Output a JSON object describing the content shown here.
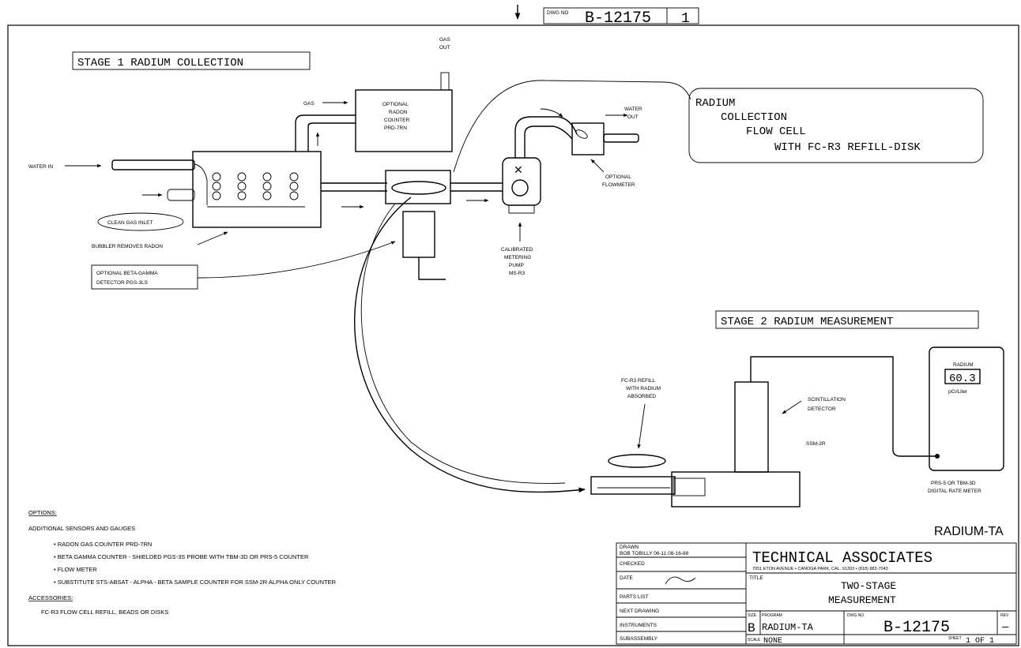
{
  "drawing_number_tab": {
    "label": "DWG NO",
    "number": "B-12175",
    "sheet": "1"
  },
  "stage1": {
    "heading": "STAGE 1 RADIUM COLLECTION",
    "labels": {
      "gas_out": [
        "GAS",
        "OUT"
      ],
      "gas_in": "GAS",
      "water_in": "WATER IN",
      "optional_radon_counter": [
        "OPTIONAL",
        "RADON",
        "COUNTER",
        "PRD-7RN"
      ],
      "clean_gas_inlet": "CLEAN GAS INLET",
      "bubbler": "BUBBLER REMOVES RADON",
      "beta_gamma_detector": [
        "OPTIONAL BETA-GAMMA",
        "DETECTOR PGS-3LS"
      ],
      "water_out": [
        "WATER",
        "OUT"
      ],
      "flowmeter": [
        "OPTIONAL",
        "FLOWMETER"
      ],
      "pump": [
        "CALIBRATED",
        "METERING",
        "PUMP",
        "MS-R3"
      ]
    },
    "callout": [
      "RADIUM",
      "COLLECTION",
      "FLOW CELL",
      "WITH FC-R3 REFILL-DISK"
    ]
  },
  "stage2": {
    "heading": "STAGE 2 RADIUM MEASUREMENT",
    "labels": {
      "refill": [
        "FC-R3 REFILL",
        "WITH RADIUM",
        "ABSORBED"
      ],
      "scintillation": [
        "SCINTILLATION",
        "DETECTOR"
      ],
      "detector_model": "SSM-2R",
      "meter_model": [
        "PRS-5 OR TBM-3D",
        "DIGITAL RATE METER"
      ]
    },
    "meter": {
      "title": "RADIUM",
      "value": "60.3",
      "unit": "pCi/Liter"
    }
  },
  "notes": {
    "options_heading": "OPTIONS:",
    "options_intro": "ADDITIONAL SENSORS AND GAUGES",
    "options_items": [
      "• RADON GAS COUNTER PRD-7RN",
      "• BETA GAMMA COUNTER - SHIELDED PGS-3S PROBE WITH TBM-3D OR PRS-5 COUNTER",
      "• FLOW METER",
      "• SUBSTITUTE STS-ABSAT - ALPHA - BETA SAMPLE COUNTER FOR SSM-2R ALPHA ONLY COUNTER"
    ],
    "accessories_heading": "ACCESSORIES:",
    "accessories_items": [
      "FC-R3 FLOW CELL REFILL, BEADS OR DISKS"
    ]
  },
  "title_block": {
    "drawing_name": "RADIUM-TA",
    "company": "TECHNICAL ASSOCIATES",
    "address": "7051 ETON AVENUE • CANOGA PARK, CAL. 91303 • (818) 883-7043",
    "drawn_label": "DRAWN",
    "drawn_value": "BOB TOBILLY 06-11   08-16-88",
    "checked_label": "CHECKED",
    "date_label": "DATE",
    "parts_list_label": "PARTS LIST",
    "next_drawing_label": "NEXT DRAWING",
    "instruments_label": "INSTRUMENTS",
    "subassembly_label": "SUBASSEMBLY",
    "title_label": "TITLE",
    "title_lines": [
      "TWO-STAGE",
      "MEASUREMENT"
    ],
    "size_label": "SIZE",
    "size_value": "B",
    "program_label": "PROGRAM",
    "program_value": "RADIUM-TA",
    "dwg_no_label": "DWG NO",
    "dwg_no_value": "B-12175",
    "rev_label": "REV",
    "rev_value": "—",
    "scale_label": "SCALE",
    "scale_value": "NONE",
    "sheet_label": "SHEET",
    "sheet_value": "1 OF 1"
  }
}
